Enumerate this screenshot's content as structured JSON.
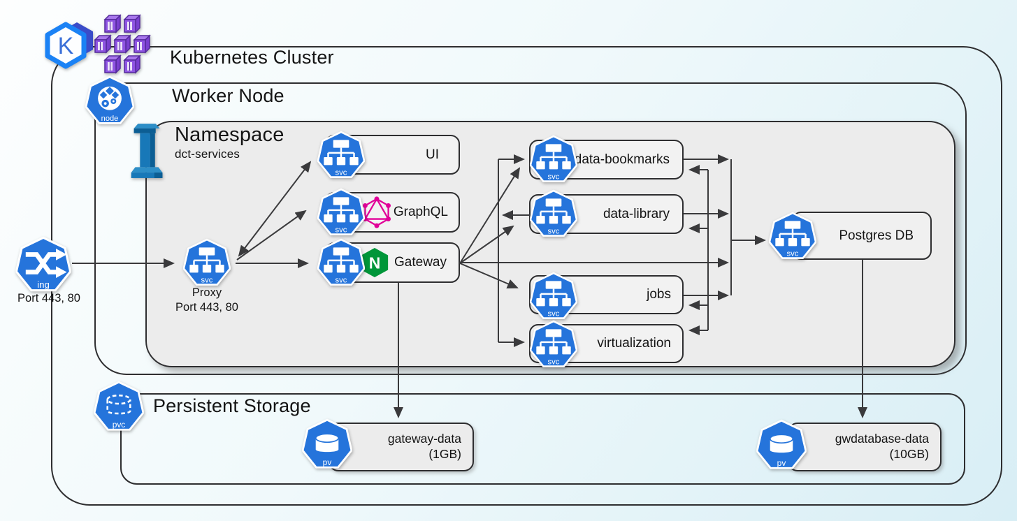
{
  "cluster": {
    "label": "Kubernetes Cluster"
  },
  "worker_node": {
    "label": "Worker Node"
  },
  "namespace": {
    "label": "Namespace",
    "name": "dct-services"
  },
  "storage": {
    "label": "Persistent Storage"
  },
  "ingress": {
    "ports": "Port 443, 80"
  },
  "proxy": {
    "name": "Proxy",
    "ports": "Port 443, 80"
  },
  "services": {
    "ui": {
      "label": "UI"
    },
    "graphql": {
      "label": "GraphQL"
    },
    "gateway": {
      "label": "Gateway"
    },
    "data_bookmarks": {
      "label": "data-bookmarks"
    },
    "data_library": {
      "label": "data-library"
    },
    "jobs": {
      "label": "jobs"
    },
    "virtualization": {
      "label": "virtualization"
    },
    "postgres": {
      "label": "Postgres DB"
    }
  },
  "volumes": {
    "gateway_data": {
      "label": "gateway-data",
      "size": "(1GB)"
    },
    "gwdatabase_data": {
      "label": "gwdatabase-data",
      "size": "(10GB)"
    }
  },
  "badges": {
    "svc": "svc",
    "node": "node",
    "ingress": "ing",
    "pvc": "pvc",
    "pv": "pv"
  },
  "logos": {
    "kubernetes_letter": "K",
    "nginx_letter": "N"
  },
  "colors": {
    "k8s_icon_blue": "#2574DB",
    "arrow": "#3A3A3C",
    "graphql_pink": "#E10098",
    "nginx_green": "#009639",
    "instances_purple": "#8F55E2",
    "pillar_blue": "#1878B8",
    "namespace_fill": "#ECECEC"
  }
}
